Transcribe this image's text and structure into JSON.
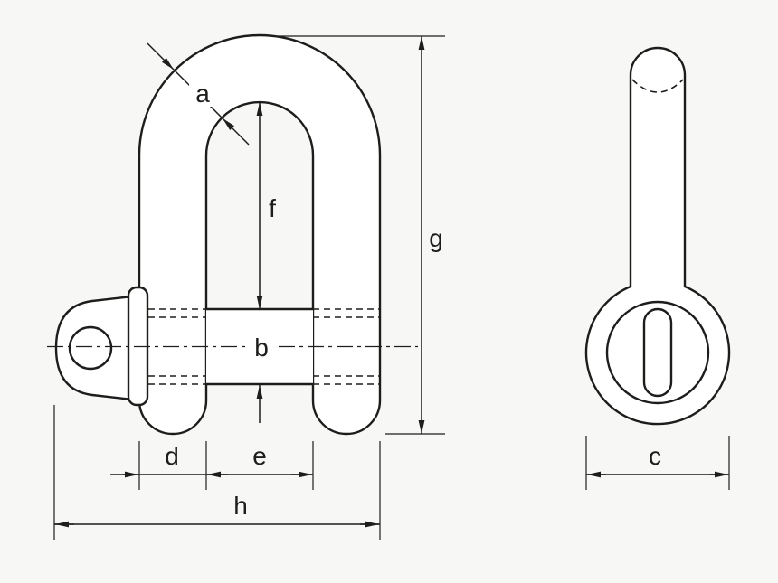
{
  "figure": {
    "background_color": "#f7f7f5",
    "line_color": "#1d1d1b",
    "shape_fill": "#ffffff",
    "dimension_labels": {
      "a": "a",
      "b": "b",
      "c": "c",
      "d": "d",
      "e": "e",
      "f": "f",
      "g": "g",
      "h": "h"
    }
  }
}
